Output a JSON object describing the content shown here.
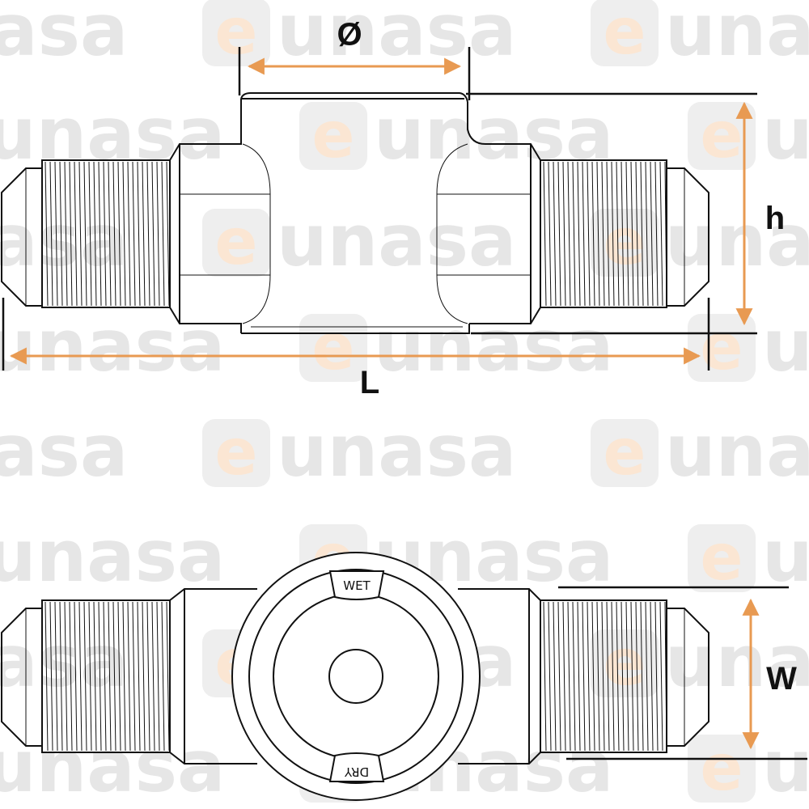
{
  "watermark": {
    "brand_initial": "e",
    "brand_rest": "unasa"
  },
  "dimensions": {
    "diameter": "Ø",
    "height": "h",
    "length": "L",
    "width": "W"
  },
  "indicator": {
    "top": "WET",
    "bottom": "DRY"
  },
  "colors": {
    "dimension": "#e89a52",
    "line": "#111111",
    "watermark": "#e6e6e6",
    "watermark_accent": "#fbe6d3"
  }
}
